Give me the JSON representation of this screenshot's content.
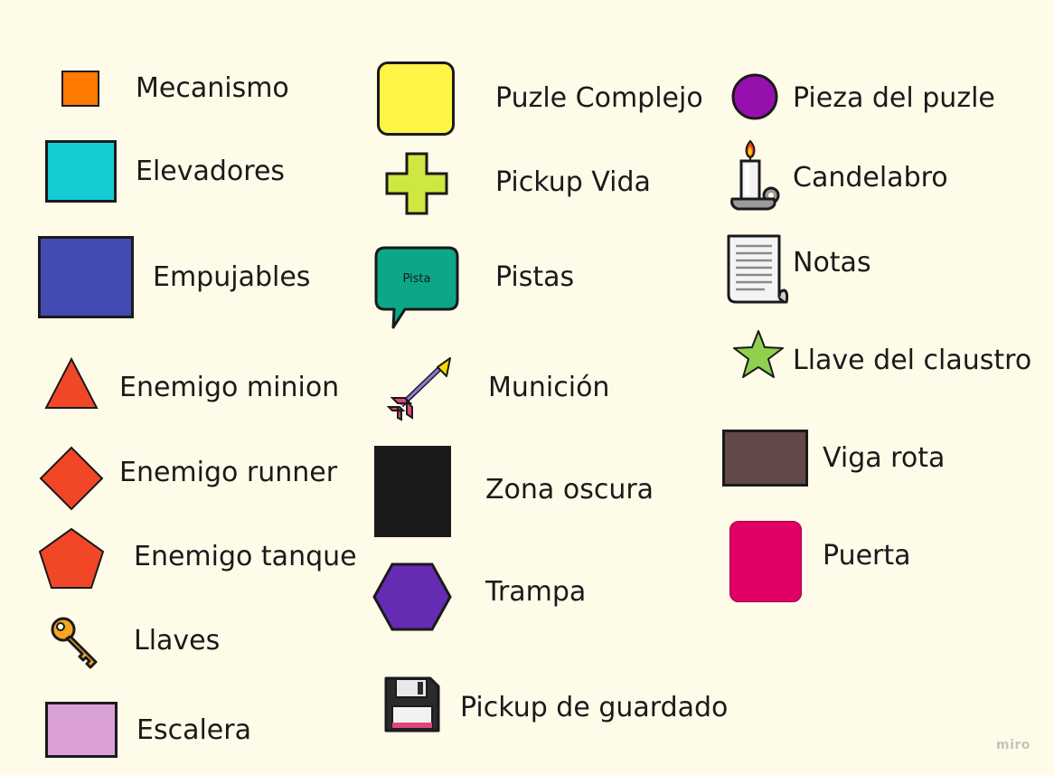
{
  "legend": {
    "mecanismo": {
      "label": "Mecanismo",
      "color": "#ff7a00"
    },
    "elevadores": {
      "label": "Elevadores",
      "color": "#12cdd4"
    },
    "empujables": {
      "label": "Empujables",
      "color": "#414bb2"
    },
    "enemigo_minion": {
      "label": "Enemigo minion",
      "color": "#f24726"
    },
    "enemigo_runner": {
      "label": "Enemigo runner",
      "color": "#f24726"
    },
    "enemigo_tanque": {
      "label": "Enemigo tanque",
      "color": "#f24726"
    },
    "llaves": {
      "label": "Llaves",
      "icon": "key-icon"
    },
    "escalera": {
      "label": "Escalera",
      "color": "#da9fd4"
    },
    "puzle_complejo": {
      "label": "Puzle Complejo",
      "color": "#fef445"
    },
    "pickup_vida": {
      "label": "Pickup Vida",
      "color": "#cee741"
    },
    "pistas": {
      "label": "Pistas",
      "bubble_text": "Pista",
      "color": "#0ca789"
    },
    "municion": {
      "label": "Munición",
      "icon": "arrow-icon"
    },
    "zona_oscura": {
      "label": "Zona oscura",
      "color": "#1a1a1a"
    },
    "trampa": {
      "label": "Trampa",
      "color": "#652cb3"
    },
    "pickup_guardado": {
      "label": "Pickup de guardado",
      "icon": "floppy-disk-icon"
    },
    "pieza_puzle": {
      "label": "Pieza del puzle",
      "color": "#9510ac"
    },
    "candelabro": {
      "label": "Candelabro",
      "icon": "candle-icon"
    },
    "notas": {
      "label": "Notas",
      "icon": "scroll-icon"
    },
    "llave_claustro": {
      "label": "Llave del claustro",
      "color": "#8fd14f"
    },
    "viga_rota": {
      "label": "Viga rota",
      "color": "#624848"
    },
    "puerta": {
      "label": "Puerta",
      "color": "#e00066"
    }
  },
  "watermark": "miro"
}
